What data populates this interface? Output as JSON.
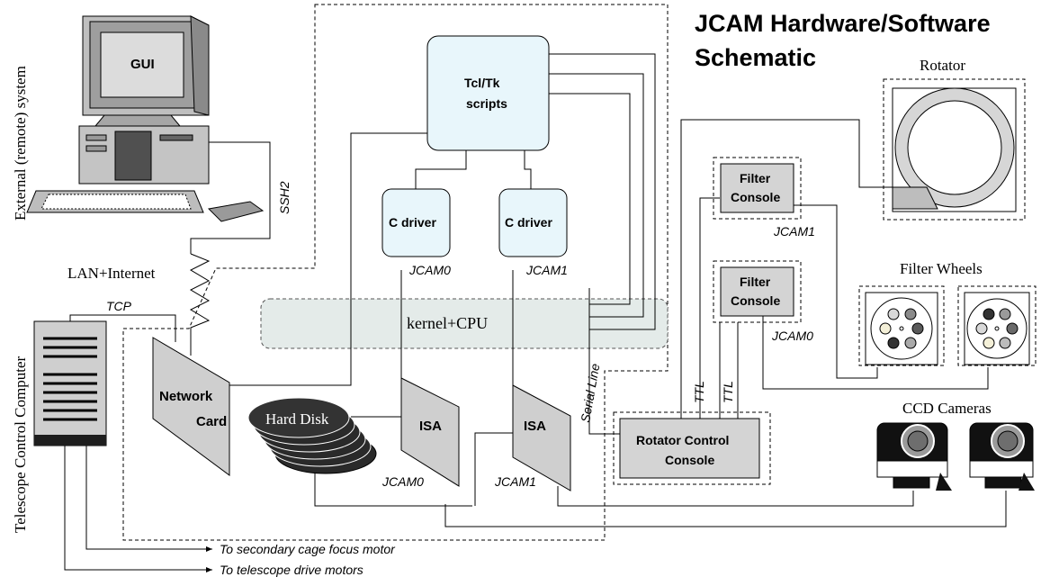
{
  "title": {
    "line1": "JCAM Hardware/Software",
    "line2": "Schematic"
  },
  "labels": {
    "gui": "GUI",
    "external_system": "External (remote) system",
    "ssh2": "SSH2",
    "lan_internet": "LAN+Internet",
    "tcp": "TCP",
    "telescope_computer": "Telescope Control Computer",
    "network_card_1": "Network",
    "network_card_2": "Card",
    "hard_disk": "Hard Disk",
    "tcl_tk_1": "Tcl/Tk",
    "tcl_tk_2": "scripts",
    "c_driver_0": "C driver",
    "c_driver_1": "C driver",
    "jcam0_driver": "JCAM0",
    "jcam1_driver": "JCAM1",
    "kernel_cpu": "kernel+CPU",
    "isa_0": "ISA",
    "isa_1": "ISA",
    "jcam0_isa": "JCAM0",
    "jcam1_isa": "JCAM1",
    "serial_line": "Serial Line",
    "ttl_1": "TTL",
    "ttl_2": "TTL",
    "rotator_console_1": "Rotator Control",
    "rotator_console_2": "Console",
    "filter_console_top_1": "Filter",
    "filter_console_top_2": "Console",
    "filter_console_bottom_1": "Filter",
    "filter_console_bottom_2": "Console",
    "jcam1_filter": "JCAM1",
    "jcam0_filter": "JCAM0",
    "rotator": "Rotator",
    "filter_wheels": "Filter Wheels",
    "ccd_cameras": "CCD Cameras",
    "to_focus_motor": "To secondary cage focus motor",
    "to_drive_motors": "To telescope drive motors"
  }
}
